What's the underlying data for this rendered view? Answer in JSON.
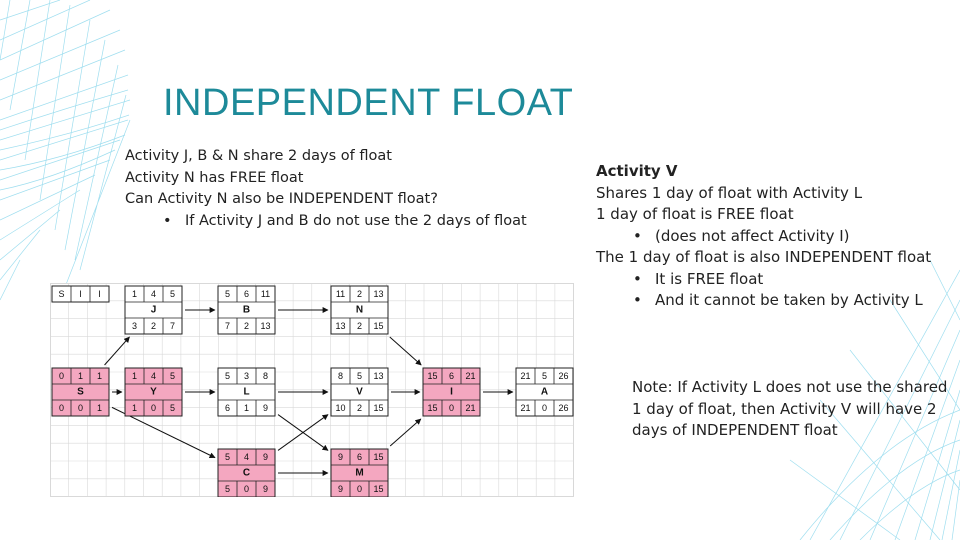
{
  "title": "INDEPENDENT FLOAT",
  "left_lines": [
    "Activity J, B & N share 2 days of float",
    "Activity N has FREE float",
    "Can Activity N also be INDEPENDENT float?",
    "If Activity J and B do not use the 2 days of float"
  ],
  "right_lines": [
    "Activity V",
    "Shares 1 day of float with Activity L",
    "1 day of float is FREE float",
    "(does not affect Activity I)",
    "The 1 day of float is also INDEPENDENT float",
    "It is FREE float",
    "And it cannot be taken by Activity L"
  ],
  "note_lines": [
    "Note: If Activity L does not use the shared",
    "1 day of float, then Activity V will have 2",
    "days of INDEPENDENT float"
  ],
  "legend_node": {
    "top": [
      "S",
      "I",
      "I"
    ]
  },
  "nodes": [
    {
      "id": "S",
      "top": [
        "0",
        "1",
        "1"
      ],
      "bottom": [
        "0",
        "0",
        "1"
      ],
      "critical": true
    },
    {
      "id": "J",
      "top": [
        "1",
        "4",
        "5"
      ],
      "bottom": [
        "3",
        "2",
        "7"
      ],
      "critical": false
    },
    {
      "id": "Y",
      "top": [
        "1",
        "4",
        "5"
      ],
      "bottom": [
        "1",
        "0",
        "5"
      ],
      "critical": true
    },
    {
      "id": "B",
      "top": [
        "5",
        "6",
        "11"
      ],
      "bottom": [
        "7",
        "2",
        "13"
      ],
      "critical": false
    },
    {
      "id": "L",
      "top": [
        "5",
        "3",
        "8"
      ],
      "bottom": [
        "6",
        "1",
        "9"
      ],
      "critical": false
    },
    {
      "id": "C",
      "top": [
        "5",
        "4",
        "9"
      ],
      "bottom": [
        "5",
        "0",
        "9"
      ],
      "critical": true
    },
    {
      "id": "N",
      "top": [
        "11",
        "2",
        "13"
      ],
      "bottom": [
        "13",
        "2",
        "15"
      ],
      "critical": false
    },
    {
      "id": "V",
      "top": [
        "8",
        "5",
        "13"
      ],
      "bottom": [
        "10",
        "2",
        "15"
      ],
      "critical": false
    },
    {
      "id": "M",
      "top": [
        "9",
        "6",
        "15"
      ],
      "bottom": [
        "9",
        "0",
        "15"
      ],
      "critical": true
    },
    {
      "id": "I",
      "top": [
        "15",
        "6",
        "21"
      ],
      "bottom": [
        "15",
        "0",
        "21"
      ],
      "critical": true
    },
    {
      "id": "A",
      "top": [
        "21",
        "5",
        "26"
      ],
      "bottom": [
        "21",
        "0",
        "26"
      ],
      "critical": false
    }
  ],
  "colors": {
    "accent": "#1d8a99",
    "critical_fill": "#f4a7c0",
    "zero_float": "#e0002a",
    "grid": "#d9d9d9"
  }
}
